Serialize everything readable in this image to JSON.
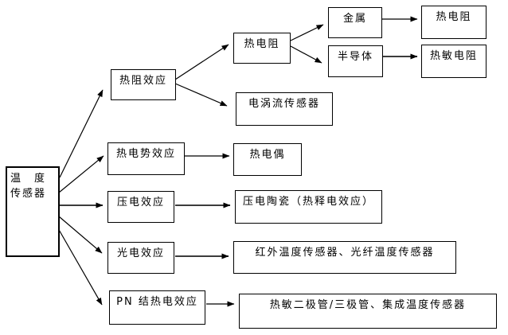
{
  "nodes": {
    "root": {
      "line1": "温　度",
      "line2": "传感器"
    },
    "thermal_resistance_effect": {
      "label": "热阻效应"
    },
    "thermal_resistor": {
      "label": "热电阻"
    },
    "eddy_current_sensor": {
      "label": "电涡流传感器"
    },
    "metal": {
      "label": "金属"
    },
    "metal_rtd": {
      "label": "热电阻"
    },
    "semiconductor": {
      "label": "半导体"
    },
    "thermistor": {
      "label": "热敏电阻"
    },
    "thermoelectric_potential_effect": {
      "label": "热电势效应"
    },
    "thermocouple": {
      "label": "热电偶"
    },
    "piezoelectric_effect": {
      "label": "压电效应"
    },
    "piezo_ceramic": {
      "label": "压电陶瓷（热释电效应）"
    },
    "photoelectric_effect": {
      "label": "光电效应"
    },
    "ir_fiber_sensors": {
      "label": "红外温度传感器、光纤温度传感器"
    },
    "pn_junction_thermo_effect": {
      "label": "PN 结热电效应"
    },
    "diode_integrated_sensors": {
      "label": "热敏二极管/三极管、集成温度传感器"
    }
  },
  "edges": [
    {
      "from": "温度传感器",
      "to": "热阻效应"
    },
    {
      "from": "温度传感器",
      "to": "热电势效应"
    },
    {
      "from": "温度传感器",
      "to": "压电效应"
    },
    {
      "from": "温度传感器",
      "to": "光电效应"
    },
    {
      "from": "温度传感器",
      "to": "PN 结热电效应"
    },
    {
      "from": "热阻效应",
      "to": "热电阻"
    },
    {
      "from": "热阻效应",
      "to": "电涡流传感器"
    },
    {
      "from": "热电阻",
      "to": "金属"
    },
    {
      "from": "热电阻",
      "to": "半导体"
    },
    {
      "from": "金属",
      "to": "热电阻"
    },
    {
      "from": "半导体",
      "to": "热敏电阻"
    },
    {
      "from": "热电势效应",
      "to": "热电偶"
    },
    {
      "from": "压电效应",
      "to": "压电陶瓷（热释电效应）"
    },
    {
      "from": "光电效应",
      "to": "红外温度传感器、光纤温度传感器"
    },
    {
      "from": "PN 结热电效应",
      "to": "热敏二极管/三极管、集成温度传感器"
    }
  ],
  "colors": {
    "background": "#ffffff",
    "border": "#000000",
    "text": "#000000",
    "arrow": "#000000",
    "arrow_bold": "#3c3c3c"
  }
}
